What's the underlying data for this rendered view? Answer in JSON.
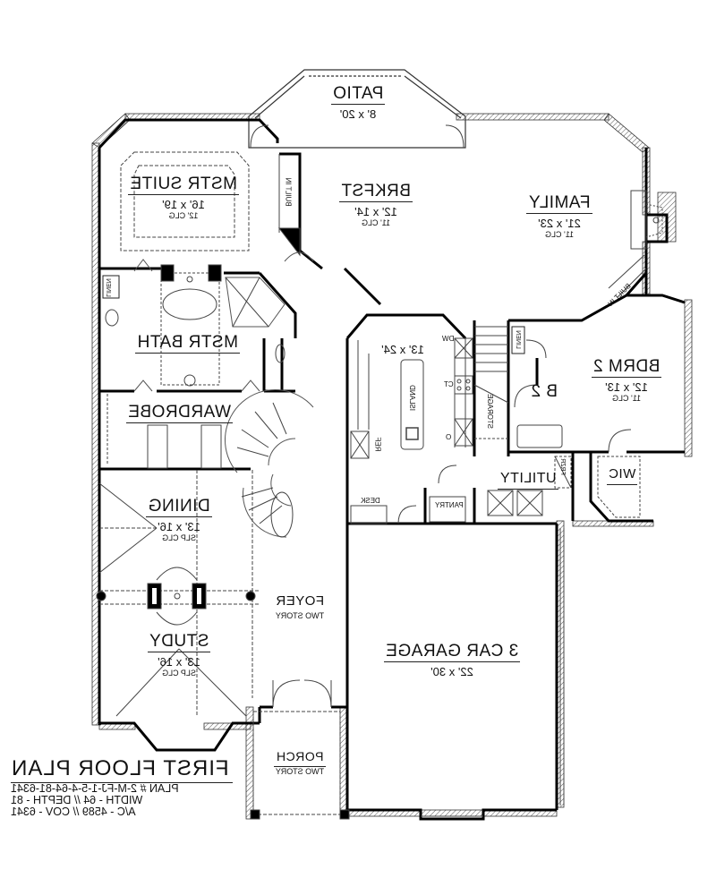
{
  "plan": {
    "title": "FIRST FLOOR PLAN",
    "plan_number": "PLAN # 2-M-FJ-1-5-4-64-81-6341",
    "dimensions": "WIDTH - 64 // DEPTH - 81",
    "area": "A/C - 4589 // COV - 6341",
    "mirrored": true
  },
  "rooms": {
    "patio": {
      "name": "PATIO",
      "dim": "8' x 20'"
    },
    "mstr_suite": {
      "name": "MSTR SUITE",
      "dim": "16' x 19'",
      "clg": "12' CLG"
    },
    "brkfst": {
      "name": "BRKFST",
      "dim": "12' x 14'",
      "clg": "11' CLG"
    },
    "family": {
      "name": "FAMILY",
      "dim": "21' x 23'",
      "clg": "11' CLG"
    },
    "kitchen": {
      "dim": "13' x 24'"
    },
    "mstr_bath": {
      "name": "MSTR BATH"
    },
    "wardrobe": {
      "name": "WARDROBE"
    },
    "bdrm2": {
      "name": "BDRM 2",
      "dim": "12' x 13'",
      "clg": "11' CLG"
    },
    "b2": {
      "name": "B 2"
    },
    "utility": {
      "name": "UTILITY"
    },
    "wic": {
      "name": "WIC"
    },
    "dining": {
      "name": "DINING",
      "dim": "13' x 16'",
      "clg": "SLP CLG"
    },
    "study": {
      "name": "STUDY",
      "dim": "13' x 16'",
      "clg": "SLP CLG"
    },
    "foyer": {
      "name": "FOYER",
      "sub": "TWO STORY"
    },
    "garage": {
      "name": "3 CAR GARAGE",
      "dim": "22' x 30'"
    },
    "porch": {
      "name": "PORCH",
      "sub": "TWO STORY"
    }
  },
  "fixtures": {
    "built_in_suite": "BUILT IN",
    "built_in_family": "BUILT IN",
    "linen_bath": "LINEN",
    "linen_bdrm": "LINEN",
    "island": "ISLAND",
    "storage": "STORAGE",
    "desk": "DESK",
    "pantry": "PANTRY",
    "ref": "REF",
    "dw": "DW",
    "ct": "CT",
    "o": "O",
    "frzr": "FRZR"
  }
}
